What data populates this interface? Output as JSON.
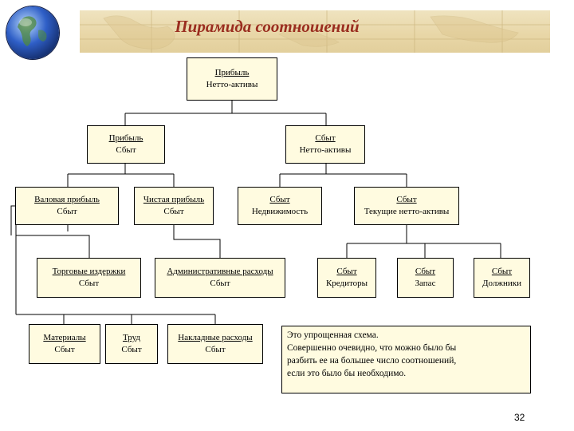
{
  "title": "Пирамида соотношений",
  "boxes": {
    "top": {
      "line1": "Прибыль",
      "line2": "Нетто-активы"
    },
    "profit_sales": {
      "line1": "Прибыль",
      "line2": "Сбыт"
    },
    "sales_net_assets": {
      "line1": "Сбыт",
      "line2": "Нетто-активы"
    },
    "gross_profit": {
      "line1": "Валовая прибыль",
      "line2": "Сбыт"
    },
    "net_profit": {
      "line1": "Чистая прибыль",
      "line2": "Сбыт"
    },
    "sales_real_estate": {
      "line1": "Сбыт",
      "line2": "Недвижимость"
    },
    "sales_current_assets": {
      "line1": "Сбыт",
      "line2": "Текущие нетто-активы"
    },
    "trade_costs": {
      "line1": "Торговые издержки",
      "line2": "Сбыт"
    },
    "admin_costs": {
      "line1": "Административные расходы",
      "line2": "Сбыт"
    },
    "sales_creditors": {
      "line1": "Сбыт",
      "line2": "Кредиторы"
    },
    "sales_stock": {
      "line1": "Сбыт",
      "line2": "Запас"
    },
    "sales_debtors": {
      "line1": "Сбыт",
      "line2": "Должники"
    },
    "materials": {
      "line1": "Материалы",
      "line2": "Сбыт"
    },
    "labor": {
      "line1": "Труд",
      "line2": "Сбыт"
    },
    "overhead": {
      "line1": "Накладные расходы",
      "line2": "Сбыт"
    }
  },
  "note": {
    "line1": "Это упрощенная схема.",
    "line2": "Совершенно очевидно, что можно было бы",
    "line3": "разбить ее на большее число соотношений,",
    "line4": "если это было бы необходимо."
  },
  "page_number": "32",
  "colors": {
    "title": "#9a2d1f",
    "box_fill": "#fffbe0",
    "header_band": "#e8d6a6"
  }
}
